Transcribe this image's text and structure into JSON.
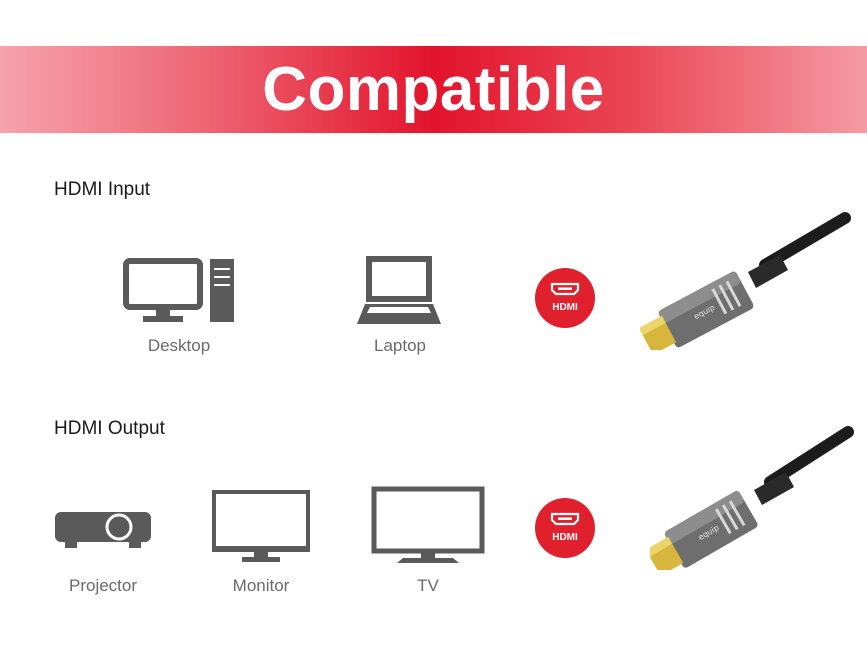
{
  "banner": {
    "title": "Compatible",
    "colors": {
      "center": "#e2142c",
      "edge": "#f6a3ac"
    }
  },
  "sections": [
    {
      "title": "HDMI Input",
      "devices": [
        {
          "label": "Desktop",
          "icon": "desktop-icon"
        },
        {
          "label": "Laptop",
          "icon": "laptop-icon"
        }
      ],
      "badge": {
        "label": "HDMI",
        "icon": "hdmi-port-icon",
        "color": "#e0202c"
      },
      "cable": {
        "icon": "hdmi-cable-connector",
        "brand": "equip"
      }
    },
    {
      "title": "HDMI Output",
      "devices": [
        {
          "label": "Projector",
          "icon": "projector-icon"
        },
        {
          "label": "Monitor",
          "icon": "monitor-icon"
        },
        {
          "label": "TV",
          "icon": "tv-icon"
        }
      ],
      "badge": {
        "label": "HDMI",
        "icon": "hdmi-port-icon",
        "color": "#e0202c"
      },
      "cable": {
        "icon": "hdmi-cable-connector",
        "brand": "equip"
      }
    }
  ],
  "icon_color": "#5a5a5a"
}
